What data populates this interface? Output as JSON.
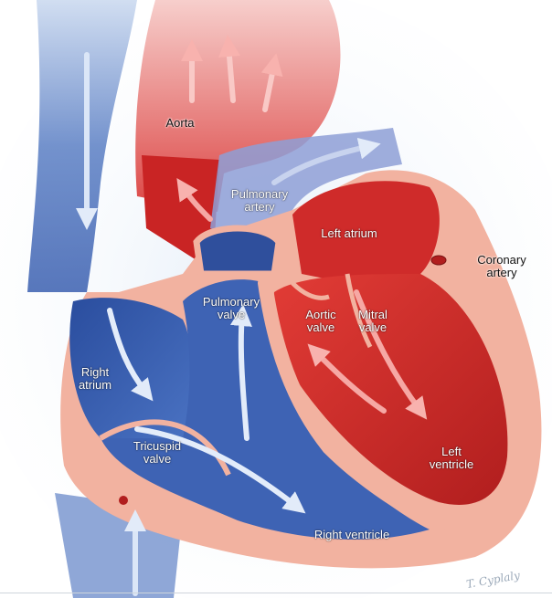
{
  "colors": {
    "background": "#ffffff",
    "haze": "#dfeaf7",
    "oxygenated_red": "#d9312f",
    "deep_red": "#b11e1e",
    "deoxygenated_blue": "#3a5fb0",
    "deep_blue": "#23408f",
    "wall_pink": "#f2b2a0",
    "flow_arrow_red": "#f7a3a0",
    "flow_arrow_blue": "#d8e4f7"
  },
  "labels": {
    "aorta": "Aorta",
    "pulmonary_artery": "Pulmonary\nartery",
    "left_atrium": "Left atrium",
    "coronary_artery": "Coronary\nartery",
    "pulmonary_valve": "Pulmonary\nvalve",
    "aortic_valve": "Aortic\nvalve",
    "mitral_valve": "Mitral\nvalve",
    "right_atrium": "Right\natrium",
    "tricuspid_valve": "Tricuspid\nvalve",
    "left_ventricle": "Left\nventricle",
    "right_ventricle": "Right ventricle"
  },
  "signature": "T. Cyplaly"
}
